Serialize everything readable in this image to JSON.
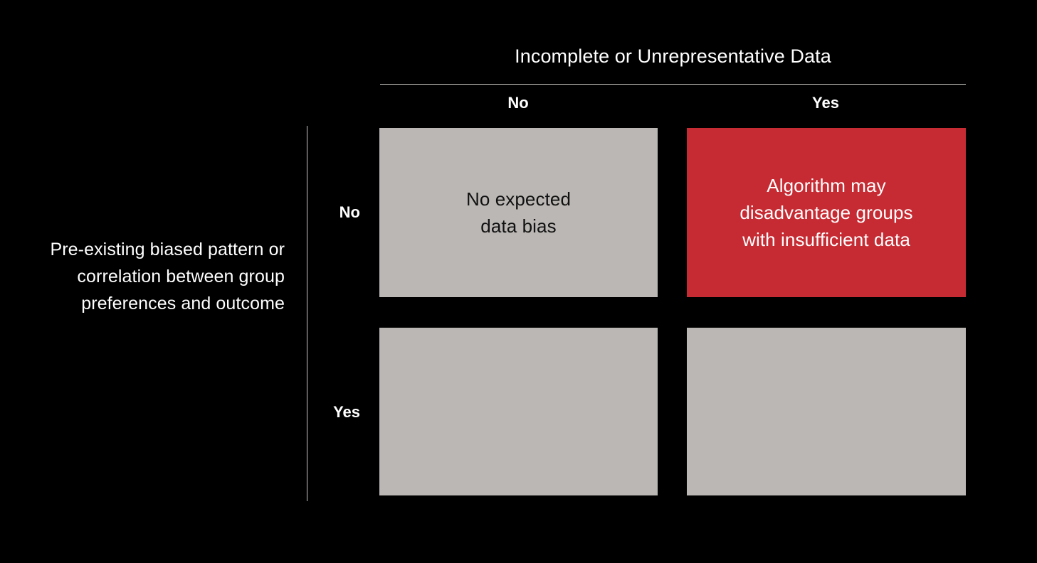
{
  "palette": {
    "background": "#000000",
    "neutral_cell": "#bab7b4",
    "alert_cell": "#c62a32",
    "text_light": "#ffffff",
    "text_dark": "#111111",
    "rule": "#c9c6c2"
  },
  "matrix": {
    "column_axis": {
      "title": "Incomplete or Unrepresentative Data",
      "labels": [
        "No",
        "Yes"
      ]
    },
    "row_axis": {
      "title": "Pre-existing biased pattern or correlation between group preferences and outcome",
      "labels": [
        "No",
        "Yes"
      ]
    },
    "cells": [
      {
        "row": "No",
        "column": "No",
        "text": "No expected\ndata bias",
        "fill": "#bab7b4",
        "text_color": "#111111",
        "highlighted": false
      },
      {
        "row": "No",
        "column": "Yes",
        "text": "Algorithm may\ndisadvantage groups\nwith insufficient data",
        "fill": "#c62a32",
        "text_color": "#ffffff",
        "highlighted": true
      },
      {
        "row": "Yes",
        "column": "No",
        "text": "",
        "fill": "#bab7b4",
        "text_color": "#111111",
        "highlighted": false
      },
      {
        "row": "Yes",
        "column": "Yes",
        "text": "",
        "fill": "#bab7b4",
        "text_color": "#111111",
        "highlighted": false
      }
    ]
  }
}
